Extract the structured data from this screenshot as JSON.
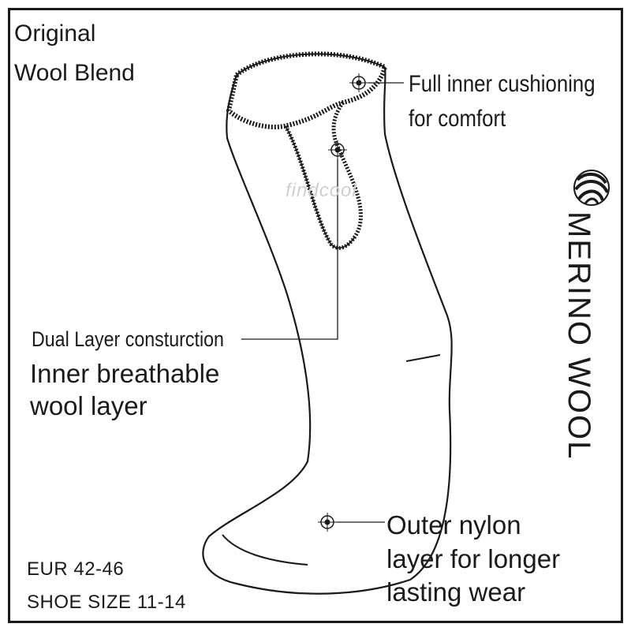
{
  "product": {
    "line1": "Original",
    "line2": "Wool Blend"
  },
  "brand": {
    "watermark": "findcool",
    "logo_icon": "wool-ball-icon",
    "vertical_label": "MERINO WOOL"
  },
  "callouts": {
    "cushioning": {
      "line1": "Full inner cushioning",
      "line2": "for comfort"
    },
    "dual_layer": {
      "line1": "Dual Layer consturction",
      "line2": "Inner breathable",
      "line3": "wool layer"
    },
    "outer": {
      "line1": "Outer nylon",
      "line2": "layer for longer",
      "line3": "lasting wear"
    }
  },
  "sizes": {
    "eur": "EUR 42-46",
    "shoe": "SHOE SIZE 11-14"
  },
  "colors": {
    "ink": "#1a1a1a",
    "background": "#ffffff",
    "watermark": "#cfcfcf"
  }
}
